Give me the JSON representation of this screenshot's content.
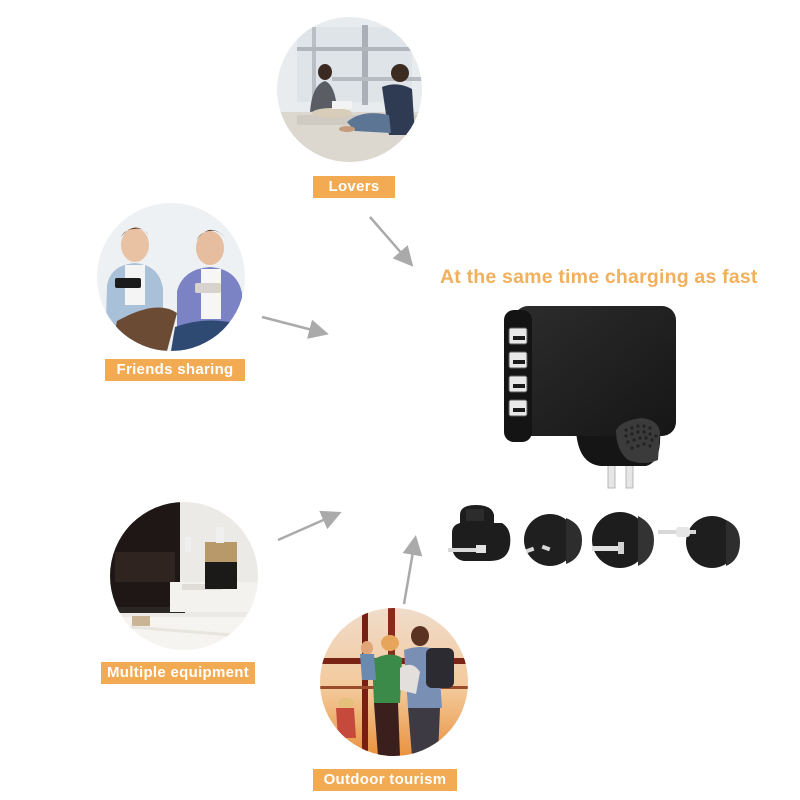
{
  "headline": "At the same time charging as fast",
  "colors": {
    "label_bg": "#f2ab52",
    "label_text": "#ffffff",
    "headline": "#f0b05c",
    "arrow": "#aaaaaa",
    "charger_body": "#1e1e1e"
  },
  "scenarios": [
    {
      "id": "lovers",
      "label": "Lovers",
      "image": "couple sitting by window with laptop and phone"
    },
    {
      "id": "friends-sharing",
      "label": "Friends sharing",
      "image": "two friends using smartphones"
    },
    {
      "id": "multiple-equipment",
      "label": "Multiple equipment",
      "image": "laptop and USB charger on power strip"
    },
    {
      "id": "outdoor-tourism",
      "label": "Outdoor tourism",
      "image": "family with backpacks at airport window"
    }
  ],
  "product": {
    "name": "4-port USB wall charger",
    "usb_ports": 4,
    "adapters": [
      "UK plug",
      "AU plug",
      "US plug",
      "EU plug"
    ]
  }
}
